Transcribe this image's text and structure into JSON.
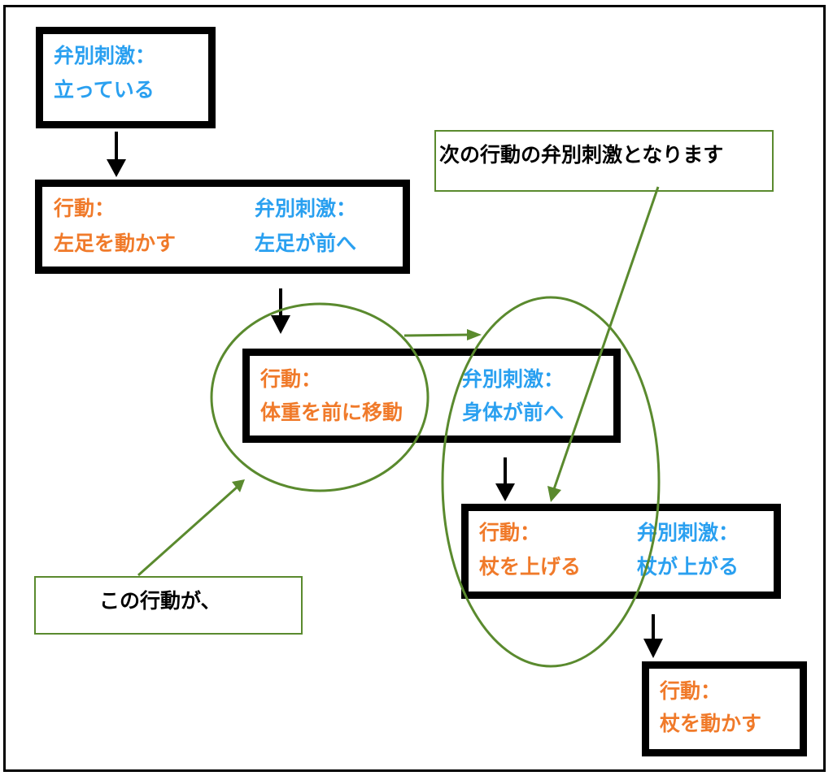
{
  "boxes": {
    "box1": {
      "stimulus_label": "弁別刺激：",
      "stimulus_text": "立っている"
    },
    "box2": {
      "action_label": "行動：",
      "action_text": "左足を動かす",
      "stimulus_label": "弁別刺激：",
      "stimulus_text": "左足が前へ"
    },
    "box3": {
      "action_label": "行動：",
      "action_text": "体重を前に移動",
      "stimulus_label": "弁別刺激：",
      "stimulus_text": "身体が前へ"
    },
    "box4": {
      "action_label": "行動：",
      "action_text": "杖を上げる",
      "stimulus_label": "弁別刺激：",
      "stimulus_text": "杖が上がる"
    },
    "box5": {
      "action_label": "行動：",
      "action_text": "杖を動かす"
    }
  },
  "notes": {
    "next_stimulus": "次の行動の弁別刺激となります",
    "this_action": "この行動が、"
  },
  "colors": {
    "action": "#f07a2a",
    "stimulus": "#2aa0f0",
    "annotation": "#5a8a2e",
    "border": "#000000"
  }
}
